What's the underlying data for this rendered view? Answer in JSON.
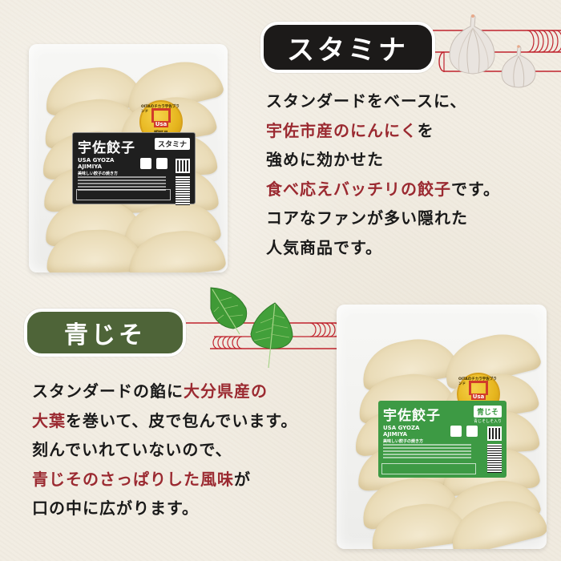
{
  "colors": {
    "background": "#f1ece2",
    "highlight_red": "#9b2a31",
    "body_text": "#1a1a1a",
    "stamina_badge": "#1c1a19",
    "aojiso_badge": "#4e6438",
    "deco_line_red": "#c0232d",
    "stamina_label": "#1f1f1f",
    "aojiso_label": "#3d9a44"
  },
  "sections": {
    "stamina": {
      "badge_label": "スタミナ",
      "decoration_icon": "garlic-icon",
      "description_lines": [
        [
          {
            "text": "スタンダードをベースに、",
            "highlight": false
          }
        ],
        [
          {
            "text": "宇佐市産のにんにく",
            "highlight": true
          },
          {
            "text": "を",
            "highlight": false
          }
        ],
        [
          {
            "text": "強めに効かせた",
            "highlight": false
          }
        ],
        [
          {
            "text": "食べ応えバッチリの餃子",
            "highlight": true
          },
          {
            "text": "です。",
            "highlight": false
          }
        ],
        [
          {
            "text": "コアなファンが多い隠れた",
            "highlight": false
          }
        ],
        [
          {
            "text": "人気商品です。",
            "highlight": false
          }
        ]
      ],
      "package": {
        "brand": "宇佐餃子",
        "flavor": "スタミナ",
        "romaji_line1": "USA GYOZA",
        "romaji_line2": "AJIMIYA",
        "howto_title": "美味しい餃子の焼き方",
        "seal_ring_text": "OITAのチカラ宇佐ブランド",
        "seal_mark": "Usa",
        "seal_cert": "認証品"
      }
    },
    "aojiso": {
      "badge_label": "青じそ",
      "decoration_icon": "shiso-leaf-icon",
      "description_lines": [
        [
          {
            "text": "スタンダードの餡に",
            "highlight": false
          },
          {
            "text": "大分県産の",
            "highlight": true
          }
        ],
        [
          {
            "text": "大葉",
            "highlight": true
          },
          {
            "text": "を巻いて、皮で包んでいます。",
            "highlight": false
          }
        ],
        [
          {
            "text": "刻んでいれていないので、",
            "highlight": false
          }
        ],
        [
          {
            "text": "青じそのさっぱりした風味",
            "highlight": true
          },
          {
            "text": "が",
            "highlight": false
          }
        ],
        [
          {
            "text": "口の中に広がります。",
            "highlight": false
          }
        ]
      ],
      "package": {
        "brand": "宇佐餃子",
        "flavor": "青じそ",
        "flavor_sub": "青じそしそ入り",
        "romaji_line1": "USA GYOZA",
        "romaji_line2": "AJIMIYA",
        "howto_title": "美味しい餃子の焼き方",
        "seal_ring_text": "OITAのチカラ宇佐ブランド",
        "seal_mark": "Usa",
        "seal_cert": "認証品"
      }
    }
  }
}
